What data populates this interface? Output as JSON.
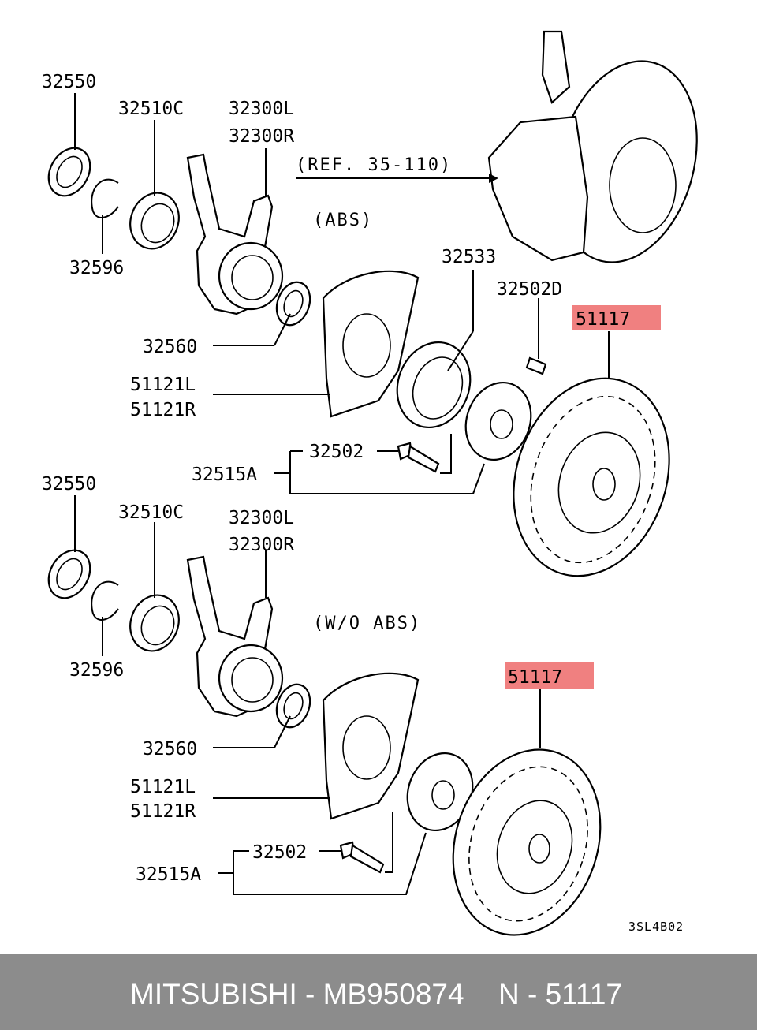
{
  "labels": {
    "upper": {
      "p32550": "32550",
      "p32510c": "32510C",
      "p32300l": "32300L",
      "p32300r": "32300R",
      "ref": "(REF. 35-110)",
      "abs": "(ABS)",
      "p32596": "32596",
      "p32533": "32533",
      "p32502d": "32502D",
      "p51117": "51117",
      "p32560": "32560",
      "p51121l": "51121L",
      "p51121r": "51121R",
      "p32502": "32502",
      "p32515a": "32515A"
    },
    "lower": {
      "p32550": "32550",
      "p32510c": "32510C",
      "p32300l": "32300L",
      "p32300r": "32300R",
      "woabs": "(W/O ABS)",
      "p32596": "32596",
      "p51117": "51117",
      "p32560": "32560",
      "p51121l": "51121L",
      "p51121r": "51121R",
      "p32502": "32502",
      "p32515a": "32515A"
    },
    "code": "3SL4B02"
  },
  "highlight_color": "#f08080",
  "footer": {
    "brand_part": "MITSUBISHI - MB950874",
    "ref_part": "N - 51117"
  }
}
